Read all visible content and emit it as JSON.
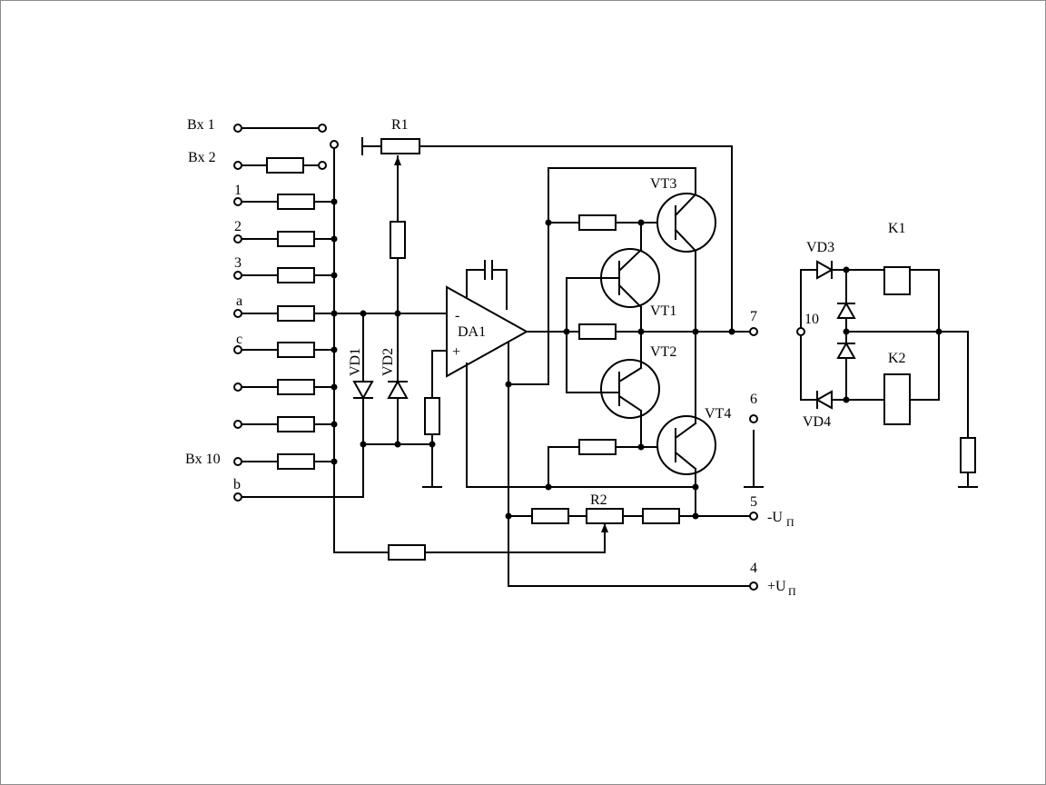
{
  "inputs": {
    "vx1": "Bx 1",
    "vx2": "Bx 2",
    "in1": "1",
    "in2": "2",
    "in3": "3",
    "a": "a",
    "c": "c",
    "vx10": "Bx 10",
    "b": "b"
  },
  "components": {
    "r1": "R1",
    "r2": "R2",
    "vd1": "VD1",
    "vd2": "VD2",
    "da1": "DA1",
    "da1_minus": "-",
    "da1_plus": "+",
    "vt1": "VT1",
    "vt2": "VT2",
    "vt3": "VT3",
    "vt4": "VT4",
    "vd3": "VD3",
    "vd4": "VD4",
    "k1": "K1",
    "k2": "K2"
  },
  "terminals": {
    "t7": "7",
    "t6": "6",
    "t5": "5",
    "t4": "4",
    "t10": "10",
    "minus_up": "-U",
    "plus_up": "+U",
    "up_sub": "П"
  }
}
